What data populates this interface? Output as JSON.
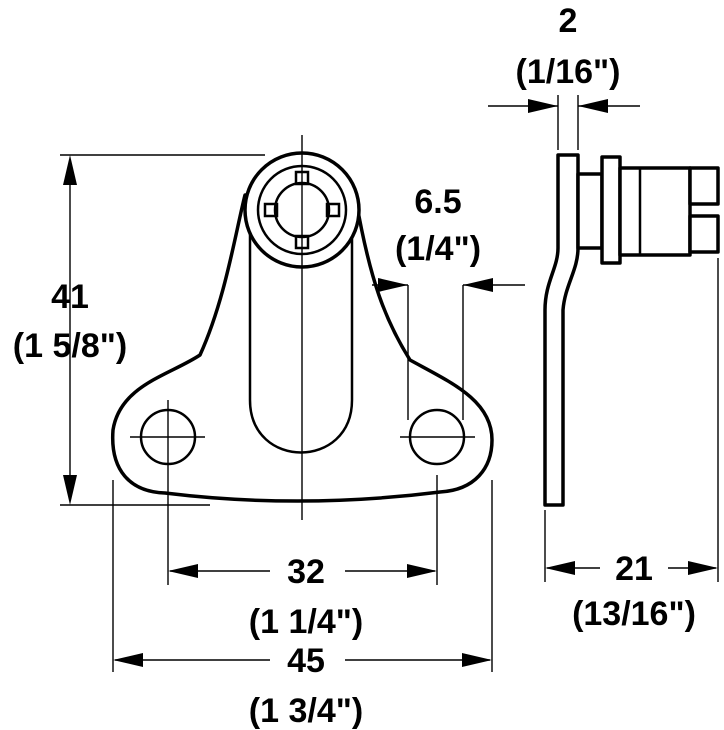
{
  "dimensions": {
    "thickness": {
      "value": "2",
      "imperial": "(1/16\")"
    },
    "slot_width": {
      "value": "6.5",
      "imperial": "(1/4\")"
    },
    "height": {
      "value": "41",
      "imperial": "(1 5/8\")"
    },
    "hole_spacing": {
      "value": "32",
      "imperial": "(1 1/4\")"
    },
    "overall_width": {
      "value": "45",
      "imperial": "(1 3/4\")"
    },
    "depth": {
      "value": "21",
      "imperial": "(13/16\")"
    }
  }
}
